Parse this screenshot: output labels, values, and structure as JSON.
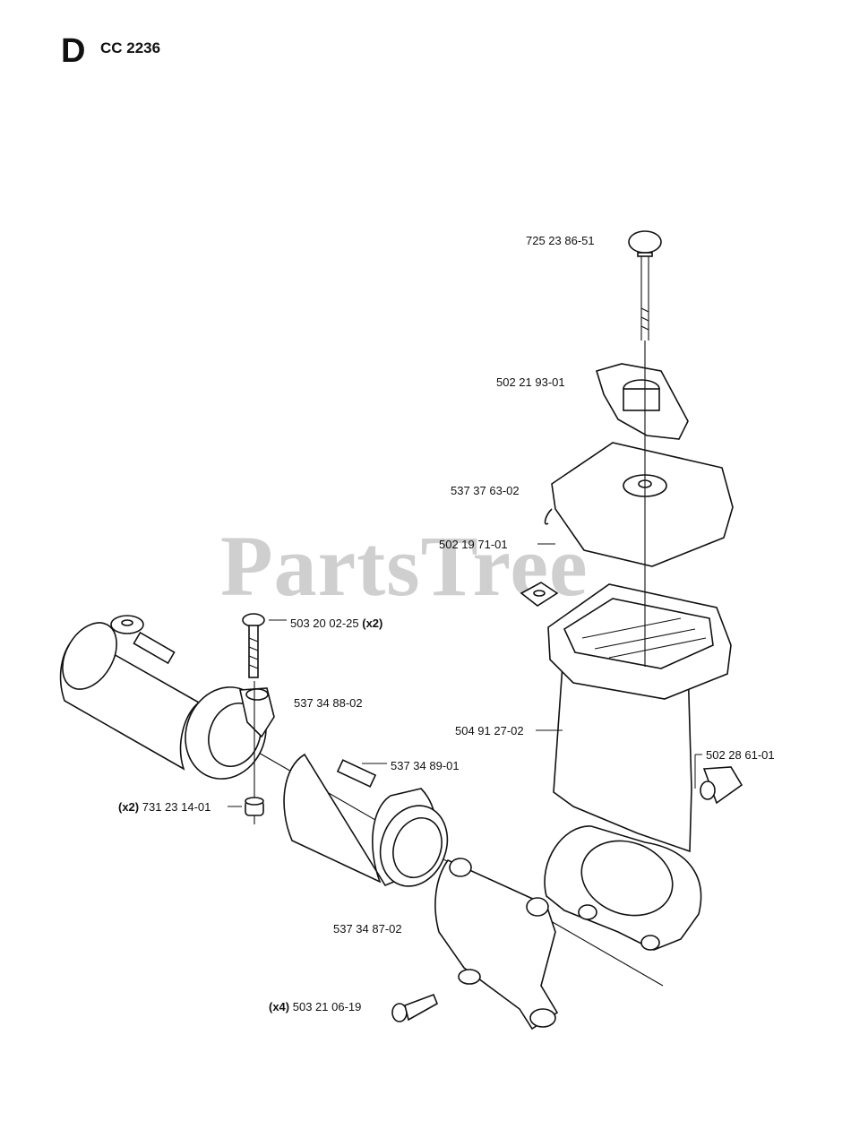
{
  "header": {
    "section": "D",
    "model": "CC 2236"
  },
  "watermark": "PartsTree",
  "parts": [
    {
      "id": "p1",
      "number": "725 23 86-51",
      "qty": "",
      "qty_side": ""
    },
    {
      "id": "p2",
      "number": "502 21 93-01",
      "qty": "",
      "qty_side": ""
    },
    {
      "id": "p3",
      "number": "537 37 63-02",
      "qty": "",
      "qty_side": ""
    },
    {
      "id": "p4",
      "number": "502 19 71-01",
      "qty": "",
      "qty_side": ""
    },
    {
      "id": "p5",
      "number": "503 20 02-25",
      "qty": "(x2)",
      "qty_side": "after"
    },
    {
      "id": "p6",
      "number": "537 34 88-02",
      "qty": "",
      "qty_side": ""
    },
    {
      "id": "p7",
      "number": "504 91 27-02",
      "qty": "",
      "qty_side": ""
    },
    {
      "id": "p8",
      "number": "502 28 61-01",
      "qty": "",
      "qty_side": ""
    },
    {
      "id": "p9",
      "number": "537 34 89-01",
      "qty": "",
      "qty_side": ""
    },
    {
      "id": "p10",
      "number": "731 23 14-01",
      "qty": "(x2)",
      "qty_side": "before"
    },
    {
      "id": "p11",
      "number": "537 34 87-02",
      "qty": "",
      "qty_side": ""
    },
    {
      "id": "p12",
      "number": "503 21 06-19",
      "qty": "(x4)",
      "qty_side": "before"
    }
  ]
}
